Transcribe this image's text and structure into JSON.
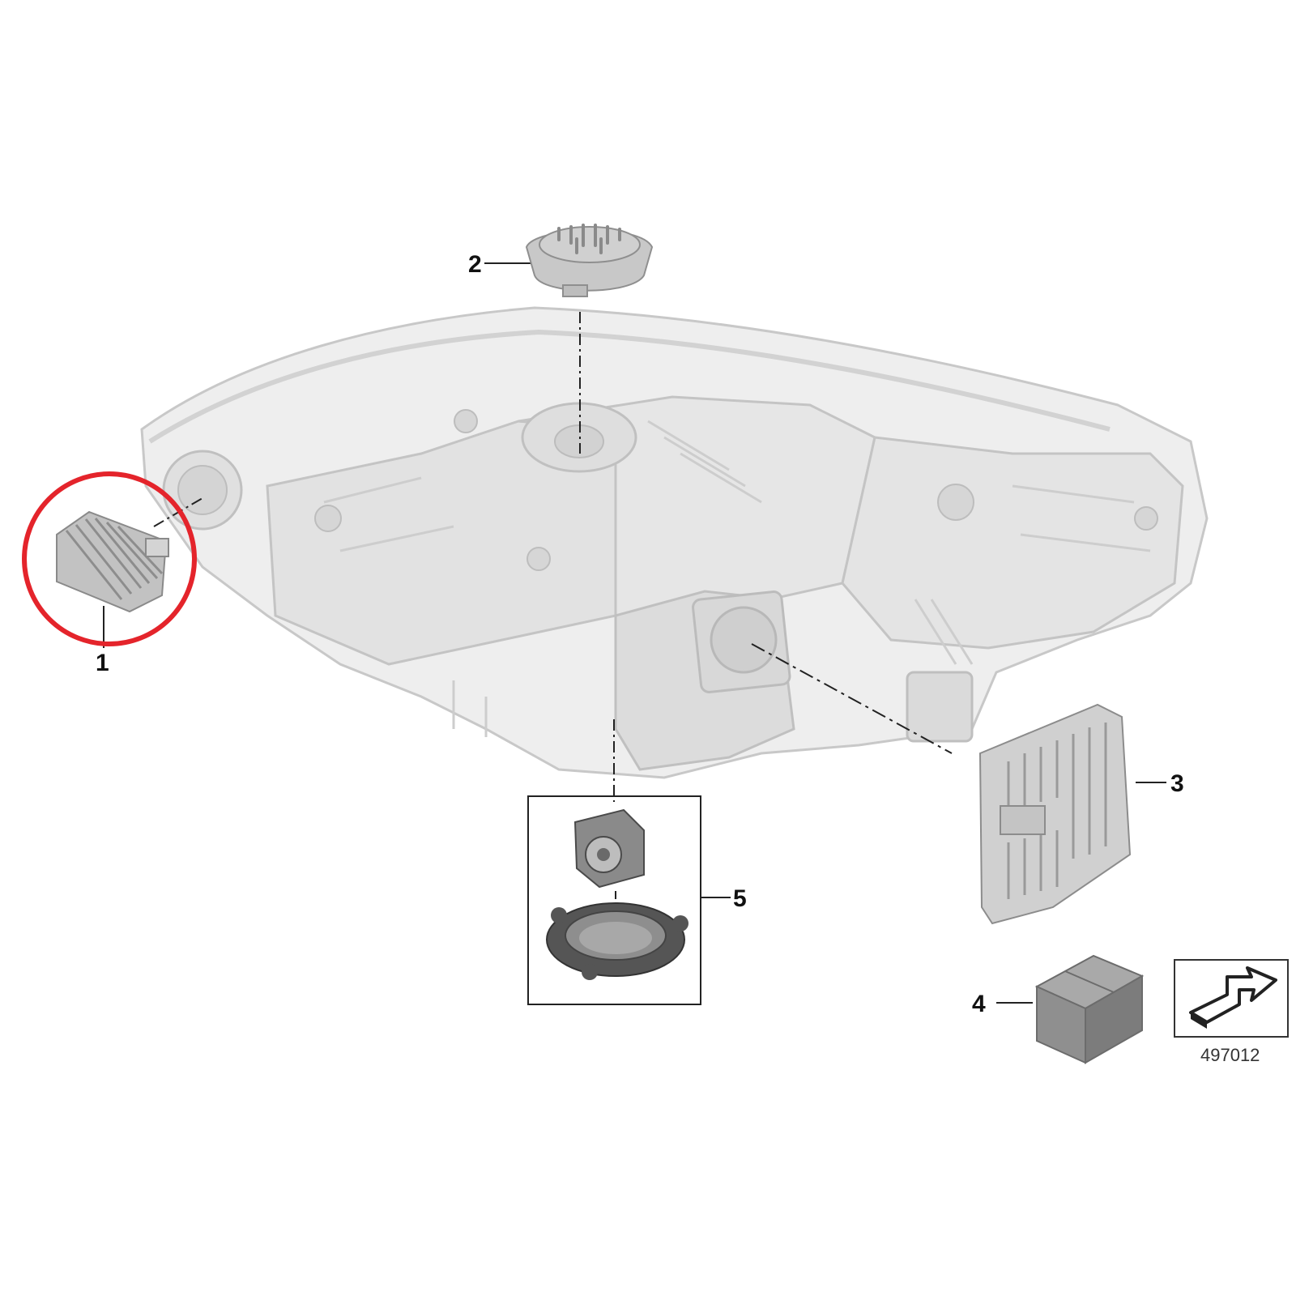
{
  "callouts": [
    {
      "id": "1",
      "label": "1"
    },
    {
      "id": "2",
      "label": "2"
    },
    {
      "id": "3",
      "label": "3"
    },
    {
      "id": "4",
      "label": "4"
    },
    {
      "id": "5",
      "label": "5"
    }
  ],
  "reference_number": "497012",
  "icons": [
    "headlight-housing",
    "led-module",
    "control-unit",
    "fan",
    "parts-box",
    "navigation-arrow-icon"
  ],
  "colors": {
    "housing_fill": "#e8e8e8",
    "housing_stroke": "#c4c4c4",
    "part_fill": "#b8b8b8",
    "part_dark": "#4a4a4a",
    "highlight": "#e4242b",
    "line": "#222222"
  }
}
